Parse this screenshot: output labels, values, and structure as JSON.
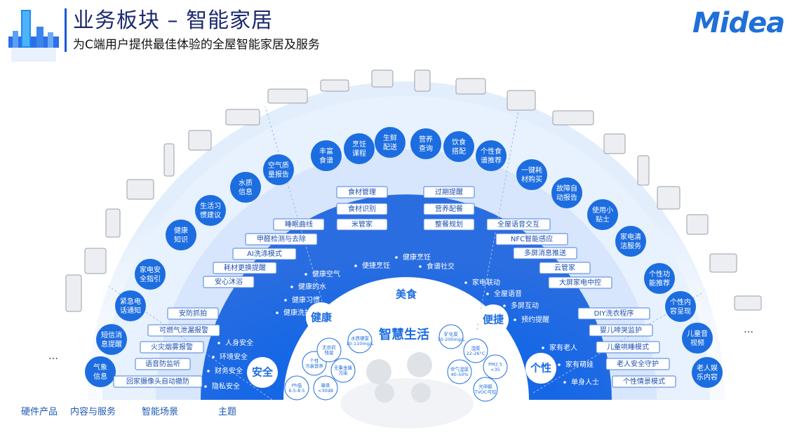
{
  "header": {
    "title": "业务板块 – 智能家居",
    "subtitle": "为C端用户提供最佳体验的全屋智能家居及服务",
    "brand": "Midea"
  },
  "colors": {
    "primary": "#1c6de0",
    "dark_blue": "#1b2a6e",
    "light_arc": "#e9f1fd",
    "mid_arc": "#d2e3fb",
    "inner_arc": "#1e5ee0",
    "pill_border": "#4a7fe0"
  },
  "center": {
    "title": "智慧生活",
    "metrics": [
      "Ph值 6.5-8.5",
      "噪音 <30dB",
      "个性 污衰营养",
      "无农药 残留",
      "水质硬度 10-110mg/L",
      "无重金属 污染",
      "矿化度 30-200mg/L",
      "湿度 22-26°C",
      "空气湿度 40-50%",
      "PM2.5 <35",
      "光甲醛 TVOC可控"
    ]
  },
  "themes": {
    "safety": {
      "label": "安全",
      "items": [
        "人身安全",
        "环境安全",
        "财务安全",
        "隐私安全"
      ]
    },
    "health": {
      "label": "健康",
      "items": [
        "健康空气",
        "健康的水",
        "健康习惯",
        "健康洗护"
      ]
    },
    "food": {
      "label": "美食",
      "items": [
        "健康烹饪",
        "便捷烹饪",
        "食谱社交"
      ]
    },
    "convenience": {
      "label": "便捷",
      "items": [
        "家电联动",
        "全屋语音",
        "多屏互动",
        "预约提醒"
      ]
    },
    "personal": {
      "label": "个性",
      "items": [
        "家有老人",
        "家有萌娃",
        "单身人士"
      ]
    }
  },
  "scenarios": {
    "safety": [
      "安防抓拍",
      "可燃气泄漏报警",
      "火灾烟雾报警",
      "语音防监听",
      "回家摄像头自动撤防"
    ],
    "health": [
      "睡眠曲线",
      "甲醛检测与去除",
      "AI洗涤模式",
      "耗材更换提醒",
      "安心沐浴"
    ],
    "food": [
      "食材管理",
      "过期提醒",
      "食材识别",
      "营养配餐",
      "米管家",
      "整餐规划"
    ],
    "convenience": [
      "全屋语音交互",
      "NFC智能感应",
      "多屏消息推送",
      "云管家",
      "大屏家电中控"
    ],
    "personal": [
      "DIY洗衣程序",
      "婴儿啼哭监护",
      "儿童哄睡模式",
      "老人安全守护",
      "个性情景模式"
    ]
  },
  "services": [
    "气象信息",
    "短信消息提醒",
    "紧急电话通知",
    "家电安全指引",
    "健康知识",
    "生活习惯建议",
    "水质信息",
    "空气质量报告",
    "丰富食谱",
    "烹饪课程",
    "生鲜配送",
    "营养查询",
    "饮食搭配",
    "个性食谱推荐",
    "一键耗材购买",
    "故障自动报告",
    "使用小贴士",
    "家电清洁服务",
    "个性功能推荐",
    "个性内容呈现",
    "儿童音视频",
    "老人娱乐内容"
  ],
  "ellipsis": "…",
  "bottom_labels": [
    "硬件产品",
    "内容与服务",
    "智能场景",
    "主题"
  ]
}
